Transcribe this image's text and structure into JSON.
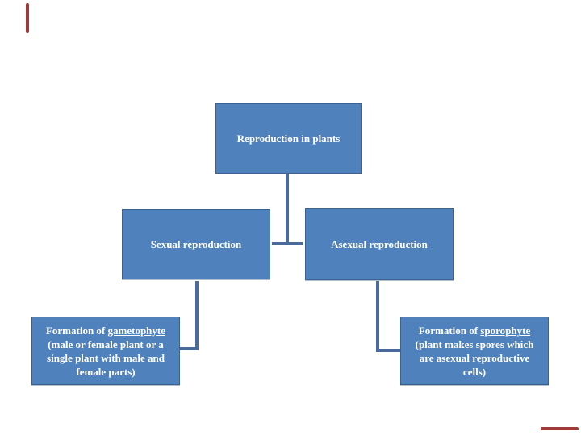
{
  "slide": {
    "colors": {
      "background": "#ffffff",
      "box_fill": "#4f81bd",
      "box_border": "#3a618f",
      "connector_color": "#4a6b99",
      "accent_color": "#9e3a38",
      "text_color": "#ffffff"
    }
  },
  "chart_data": {
    "type": "table",
    "title": "Reproduction in plants",
    "hierarchy": {
      "root": "Reproduction in plants",
      "children": [
        {
          "label": "Sexual reproduction",
          "child": "Formation of gametophyte (male or female plant or a single plant with male and female parts)"
        },
        {
          "label": "Asexual reproduction",
          "child": "Formation of sporophyte (plant makes spores which are asexual reproductive cells)"
        }
      ]
    }
  },
  "diagram": {
    "root": {
      "label": "Reproduction in plants"
    },
    "branches": [
      {
        "label": "Sexual reproduction"
      },
      {
        "label": "Asexual reproduction"
      }
    ],
    "leaves": [
      {
        "prefix": "Formation of ",
        "keyword": "gametophyte",
        "detail_lines": [
          "(male or female plant or a",
          "single plant with male and",
          "female parts)"
        ]
      },
      {
        "prefix": "Formation of ",
        "keyword": "sporophyte",
        "detail_lines": [
          "(plant makes spores which",
          "are asexual reproductive",
          "cells)"
        ]
      }
    ]
  }
}
